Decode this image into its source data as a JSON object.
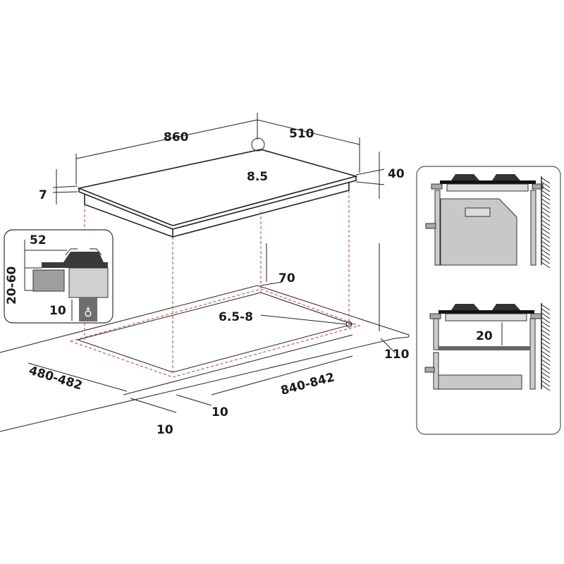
{
  "colors": {
    "line": "#222222",
    "dashed": "#d9332f",
    "panel_fill": "#c8c8c8",
    "dark": "#3a3a3a"
  },
  "main": {
    "width_label": "860",
    "depth_label": "510",
    "hole_label": "8.5",
    "height_right_label": "40",
    "edge_label": "7",
    "rear_gap_label": "70",
    "hole_spacing_label": "6.5-8",
    "front_right_label": "110",
    "cutout_depth_label": "480-482",
    "cutout_width_label": "840-842",
    "gap_left_label": "10",
    "gap_mid_label": "10"
  },
  "inset_left": {
    "top_label": "52",
    "side_label": "20-60",
    "bottom_label": "10",
    "icon": "gas-flame-icon"
  },
  "inset_right": {
    "clearance_label": "20"
  }
}
